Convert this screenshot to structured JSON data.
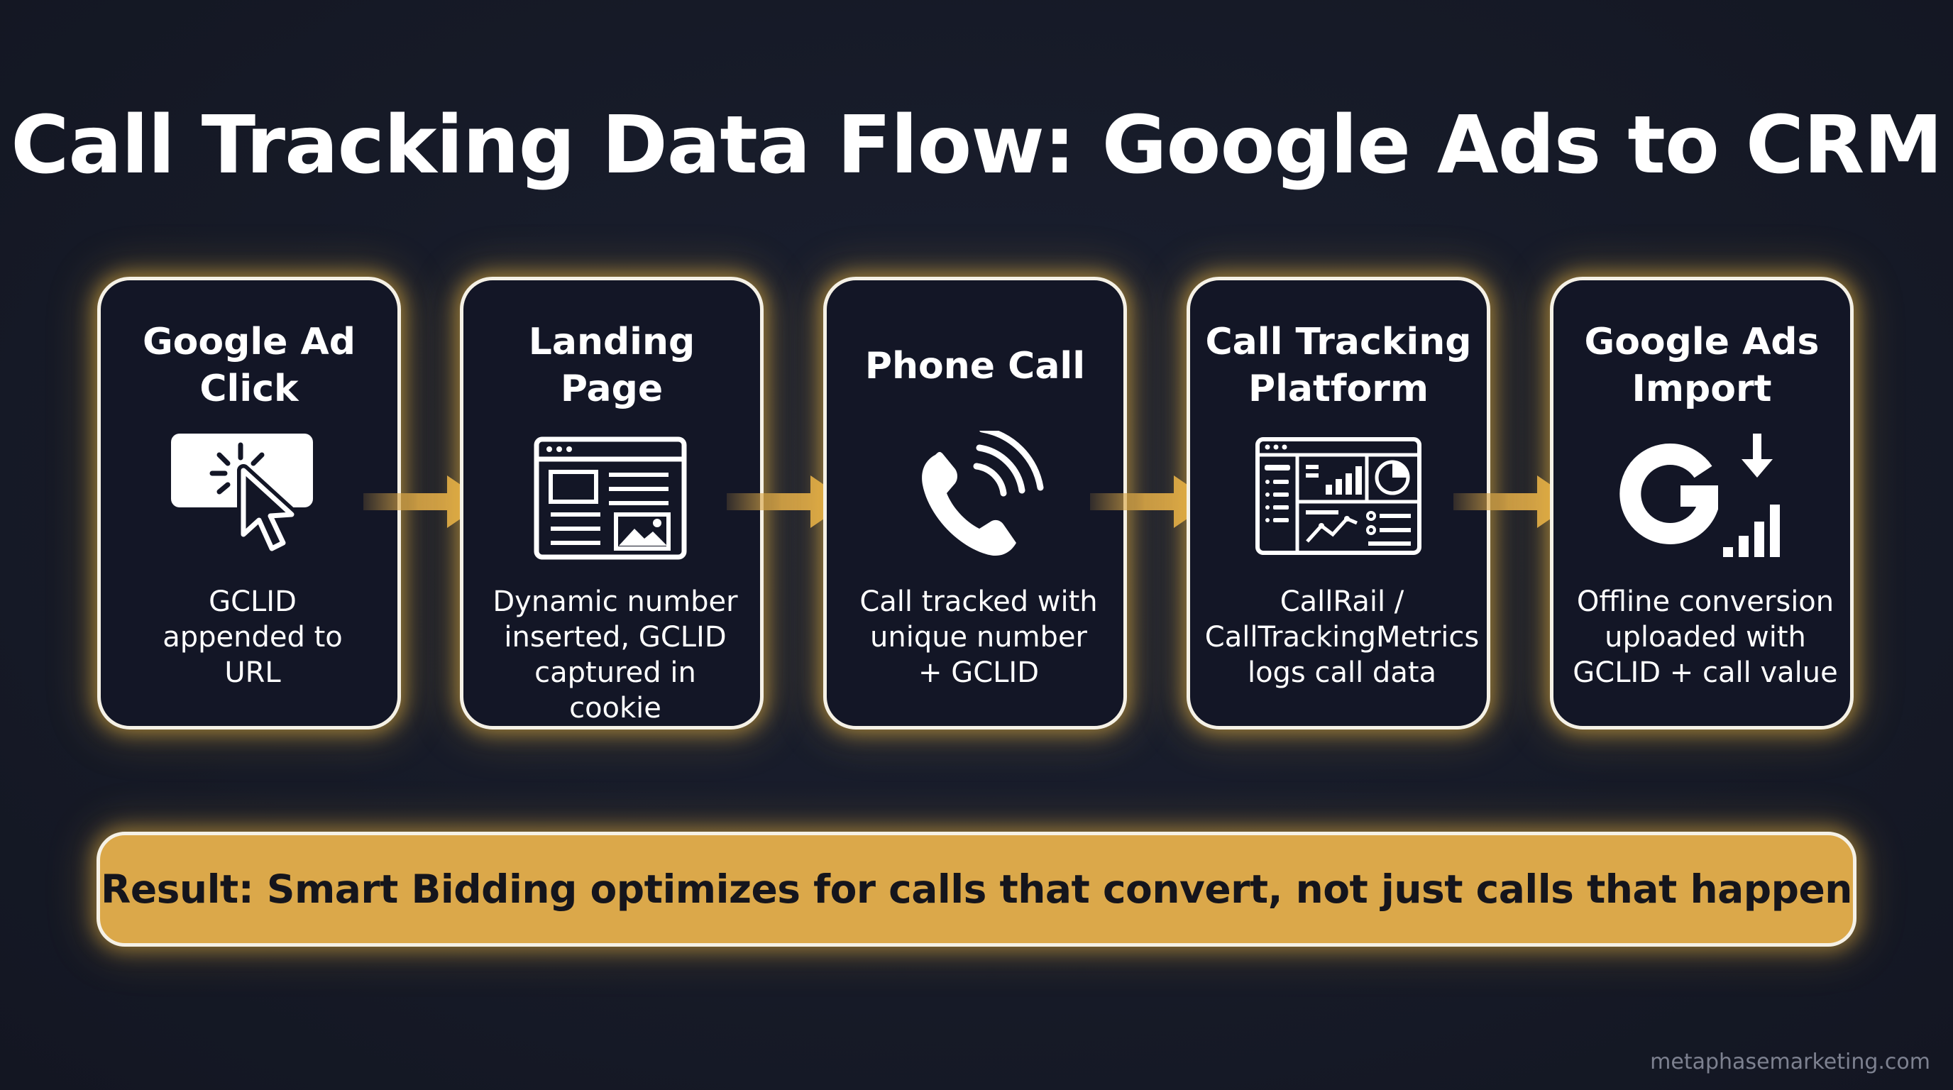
{
  "title": "Call Tracking Data Flow: Google Ads to CRM",
  "steps": [
    {
      "title": "Google Ad Click",
      "icon": "cursor-click-icon",
      "description": "GCLID appended to URL"
    },
    {
      "title": "Landing Page",
      "icon": "webpage-icon",
      "description": "Dynamic number inserted, GCLID captured in cookie"
    },
    {
      "title": "Phone Call",
      "icon": "phone-icon",
      "description": "Call tracked with unique number + GCLID"
    },
    {
      "title": "Call Tracking Platform",
      "icon": "dashboard-icon",
      "description": "CallRail / CallTrackingMetrics logs call data"
    },
    {
      "title": "Google Ads Import",
      "icon": "google-import-icon",
      "description": "Offline conversion uploaded with GCLID + call value"
    }
  ],
  "result": "Result: Smart Bidding optimizes for calls that convert, not just calls that happen",
  "watermark": "metaphasemarketing.com",
  "colors": {
    "background": "#161a27",
    "accent": "#dba84a",
    "card_border": "#f5f1e6",
    "text": "#ffffff"
  }
}
